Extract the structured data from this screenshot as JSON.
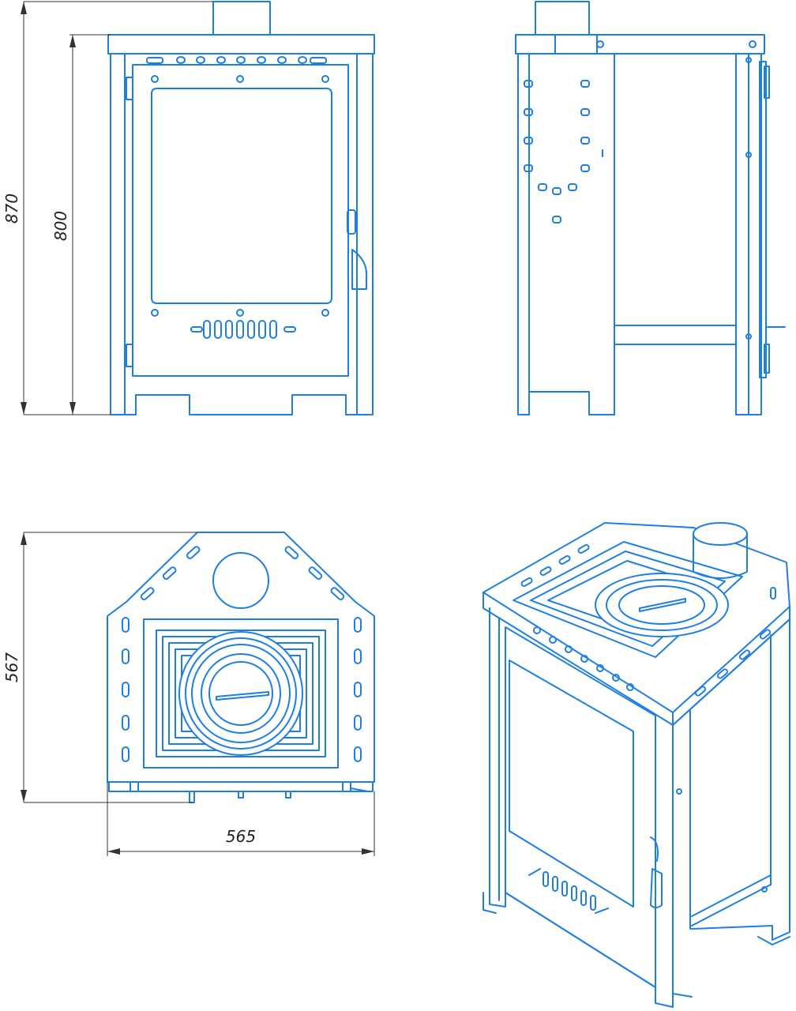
{
  "dimensions": {
    "total_height": "870",
    "body_height": "800",
    "depth": "567",
    "width": "565"
  },
  "colors": {
    "line": "#1f7fe0",
    "dimension": "#333333",
    "background": "#ffffff"
  },
  "views": [
    "front-view",
    "side-view",
    "top-view",
    "isometric-view"
  ]
}
